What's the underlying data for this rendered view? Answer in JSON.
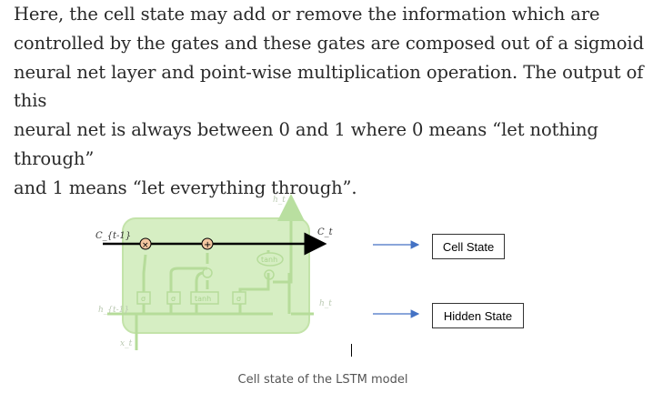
{
  "paragraph": "Here, the cell state may add or remove the information which are\ncontrolled by the gates and these gates are composed out of a sigmoid\nneural net layer and point-wise multiplication operation. The output of this\nneural net is always between 0 and 1 where 0 means “let nothing through”\nand 1 means “let everything through”.",
  "figure": {
    "caption": "Cell state of the LSTM model",
    "labels": {
      "c_prev": "C_{t-1}",
      "c_t": "C_t",
      "h_top": "h_t",
      "h_prev": "h_{t-1}",
      "h_right": "h_t",
      "x_t": "x_t",
      "tanh_top": "tanh",
      "tanh_bottom": "tanh",
      "sigma": "σ"
    },
    "callouts": {
      "cell_state": "Cell State",
      "hidden_state": "Hidden State"
    }
  },
  "colors": {
    "cell_fill": "#cdeab3",
    "cell_stroke": "#bedfa3",
    "cell_line": "#000000",
    "arrow_blue": "#4472c4"
  }
}
